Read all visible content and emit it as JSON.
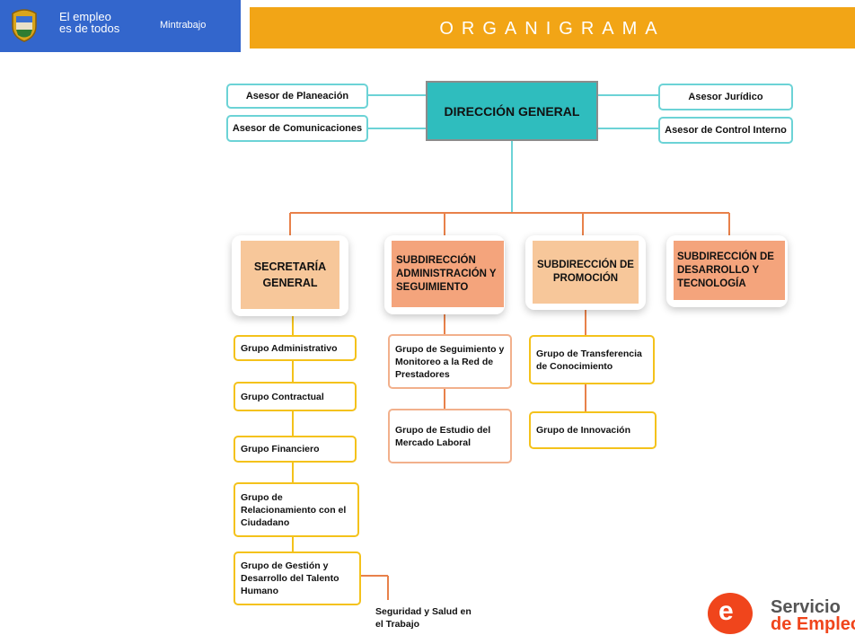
{
  "header": {
    "slogan_line1": "El empleo",
    "slogan_line2": "es de todos",
    "ministry": "Mintrabajo",
    "title": "ORGANIGRAMA"
  },
  "advisors": {
    "planeacion": "Asesor de Planeación",
    "comunicaciones": "Asesor de Comunicaciones",
    "juridico": "Asesor Jurídico",
    "control_interno": "Asesor de Control Interno"
  },
  "direccion_general": "DIRECCIÓN GENERAL",
  "units": {
    "secretaria": "SECRETARÍA GENERAL",
    "sub_admin": "SUBDIRECCIÓN ADMINISTRACIÓN Y SEGUIMIENTO",
    "sub_promocion": "SUBDIRECCIÓN DE PROMOCIÓN",
    "sub_desarrollo": "SUBDIRECCIÓN DE DESARROLLO Y TECNOLOGÍA"
  },
  "groups": {
    "administrativo": "Grupo Administrativo",
    "contractual": "Grupo Contractual",
    "financiero": "Grupo Financiero",
    "relacionamiento": "Grupo de Relacionamiento con el Ciudadano",
    "talento": "Grupo de Gestión y Desarrollo del Talento Humano",
    "seguridad": "Seguridad y Salud en el Trabajo",
    "seguimiento": "Grupo de Seguimiento y Monitoreo a la Red de Prestadores",
    "estudio": "Grupo de Estudio del Mercado Laboral",
    "transferencia": "Grupo de Transferencia de Conocimiento",
    "innovacion": "Grupo de Innovación"
  },
  "logo": {
    "servicio_line1": "Servicio",
    "servicio_line2": "de Empleo"
  },
  "colors": {
    "header_blue": "#3366cc",
    "title_orange": "#f2a516",
    "teal": "#2fbdbe",
    "teal_line": "#6cd3d6",
    "orange_line": "#e8814a",
    "yellow_line": "#f4c21b",
    "unit_peach": "#f7c79a",
    "unit_salmon": "#f4a47c"
  }
}
